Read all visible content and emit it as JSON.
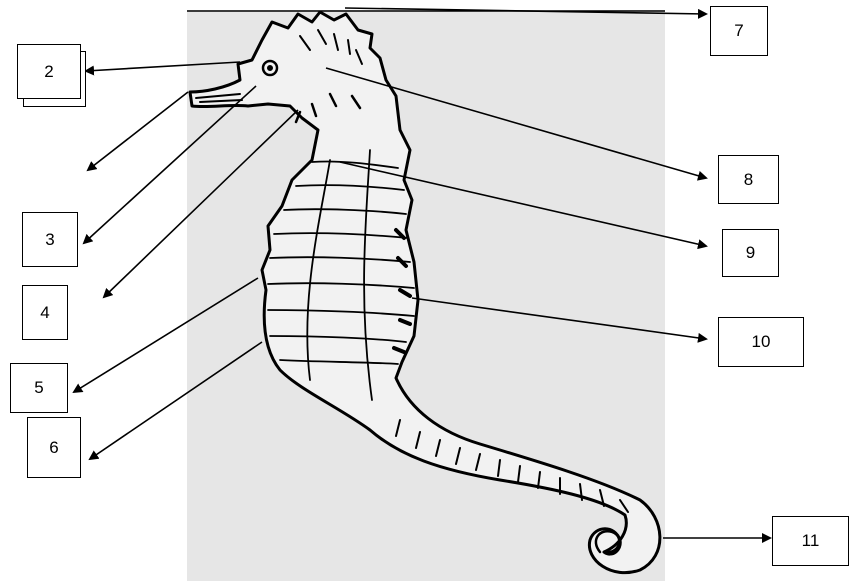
{
  "diagram": {
    "subject": "seahorse-anatomy",
    "background_color": "#e6e6e6",
    "line_color": "#000000",
    "labels": [
      {
        "id": "label-2",
        "text": "2"
      },
      {
        "id": "label-3",
        "text": "3"
      },
      {
        "id": "label-4",
        "text": "4"
      },
      {
        "id": "label-5",
        "text": "5"
      },
      {
        "id": "label-6",
        "text": "6"
      },
      {
        "id": "label-7",
        "text": "7"
      },
      {
        "id": "label-8",
        "text": "8"
      },
      {
        "id": "label-9",
        "text": "9"
      },
      {
        "id": "label-10",
        "text": "10"
      },
      {
        "id": "label-11",
        "text": "11"
      }
    ]
  }
}
